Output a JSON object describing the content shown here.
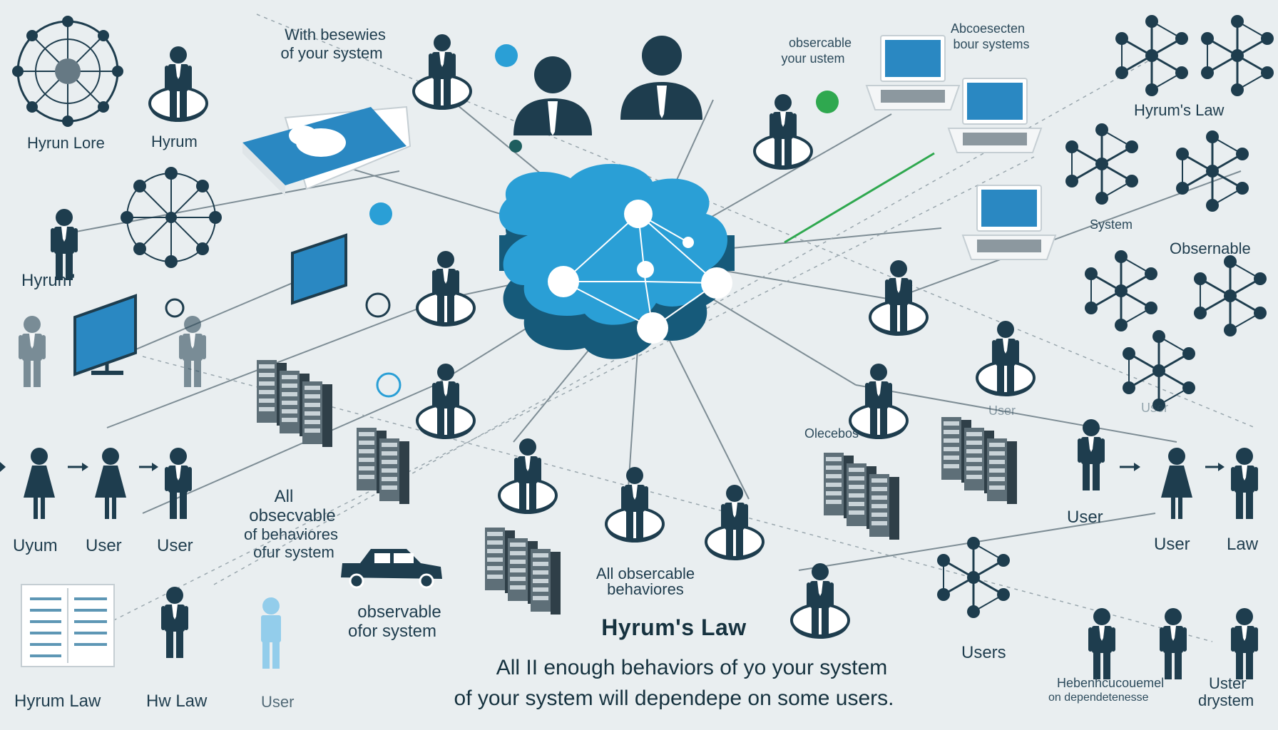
{
  "title": "Hyrum's Law",
  "tagline": [
    "All II enough behaviors of yo your system",
    "of your system will dependepe on some users."
  ],
  "colors": {
    "background": "#e9eef0",
    "cloud": "#2a9fd6",
    "cloud_dark": "#165a7a",
    "figure": "#1e3d4e",
    "accent": "#2a9fd6",
    "green": "#2fa84f"
  },
  "labels": {
    "hyrun_lore": "Hyrun Lore",
    "hyrum_top": "Hyrum",
    "hyrum_left": "Hyrum'",
    "with_behaviors_1": "With besewies",
    "with_behaviors_2": "of your system",
    "obs_top_1": "obsercable",
    "obs_top_2": "your ustem",
    "abs_top_1": "Abcoesecten",
    "abs_top_2": "bour systems",
    "hyrums_law_right": "Hyrum's Law",
    "system_right": "System",
    "observable_right": "Obsernable",
    "user_right_mid": "User",
    "user_right_faint": "User",
    "uyum": "Uyum",
    "user_left_1": "User",
    "user_left_2": "User",
    "all_obs_1": "All",
    "all_obs_2": "obsecvable",
    "all_obs_3": "of behaviores",
    "all_obs_4": "ofur system",
    "observable_car_1": "observable",
    "observable_car_2": "ofor system",
    "all_obs_center_1": "All obsercable",
    "all_obs_center_2": "behaviores",
    "olecebo": "Olecebos",
    "users_bottom": "Users",
    "user_rb_1": "User",
    "user_rb_2": "User",
    "law_rb": "Law",
    "hyrum_law_bottom": "Hyrum Law",
    "hw_law": "Hw Law",
    "user_bottom": "User",
    "dependence_1": "Hebenhcucouemel",
    "dependence_2": "on dependetenesse",
    "uster_1": "Uster",
    "uster_2": "drystem"
  }
}
